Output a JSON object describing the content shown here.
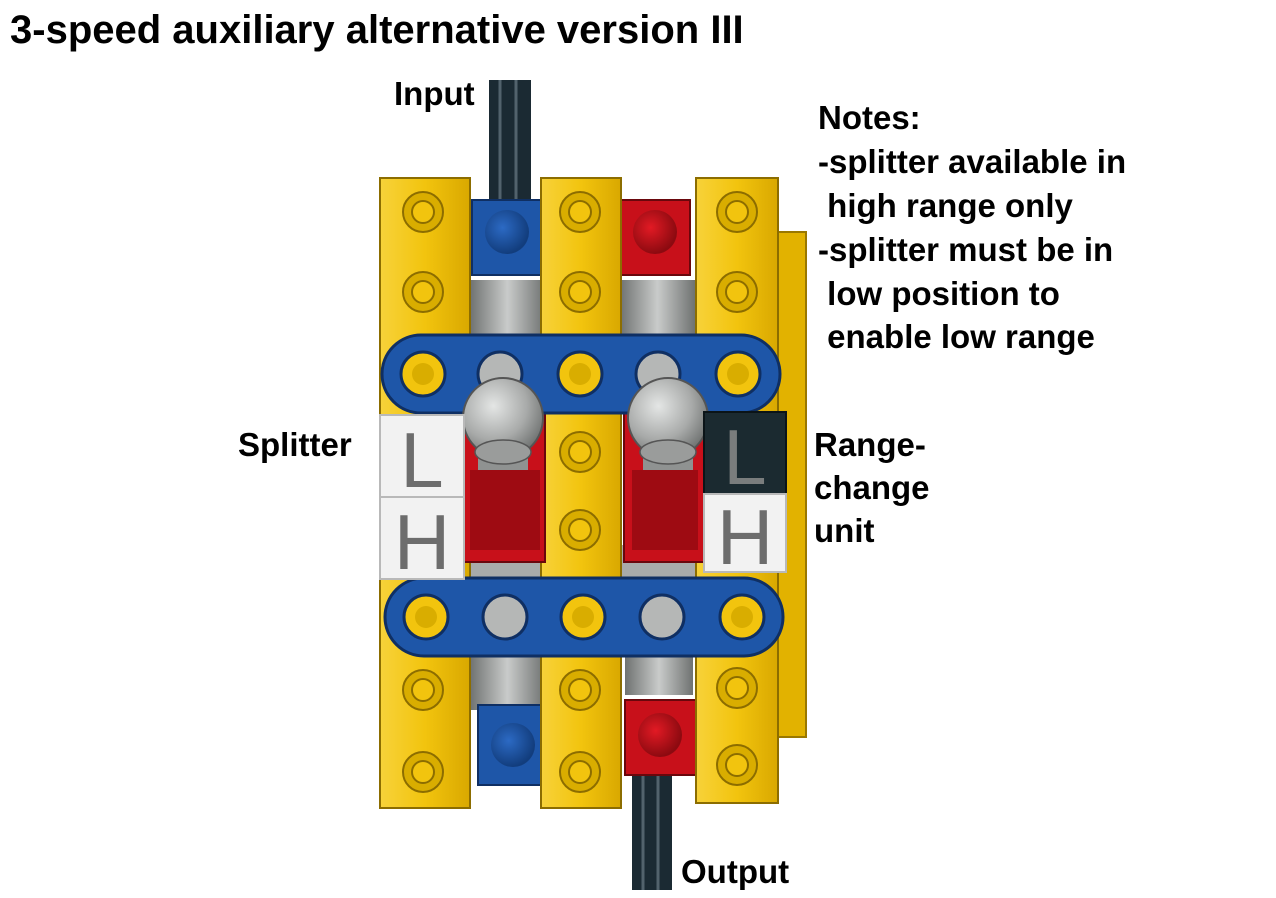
{
  "title": "3-speed auxiliary alternative version III",
  "labels": {
    "input": "Input",
    "output": "Output",
    "splitter": "Splitter",
    "range_change": "Range-\nchange\nunit"
  },
  "notes": "Notes:\n-splitter available in\n high range only\n-splitter must be in\n low position to\n enable low range",
  "shift_positions": {
    "splitter_low": "L",
    "splitter_high": "H",
    "range_low": "L",
    "range_high": "H"
  },
  "colors": {
    "yellow": "#f2c40e",
    "blue": "#1e56a8",
    "red": "#c8101a",
    "black_axle": "#1b2a33",
    "grey": "#9a9c9b",
    "white_tile": "#f2f2f2",
    "dark_tile": "#1b2a30"
  }
}
